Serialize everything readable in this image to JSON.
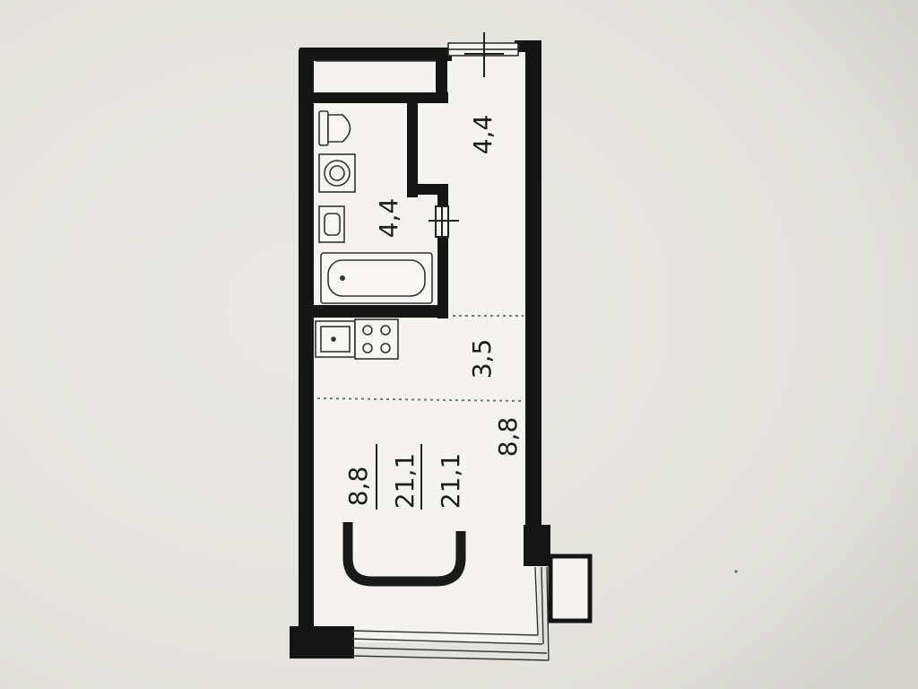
{
  "floor_plan": {
    "rooms": [
      {
        "id": "hallway",
        "area": "4,4"
      },
      {
        "id": "bathroom",
        "area": "4,4"
      },
      {
        "id": "kitchen",
        "area": "3,5"
      },
      {
        "id": "living-room",
        "area": "8,8"
      }
    ],
    "summary": {
      "living_area": "8,8",
      "total_area": "21,1",
      "total_area_repeat": "21,1"
    }
  }
}
